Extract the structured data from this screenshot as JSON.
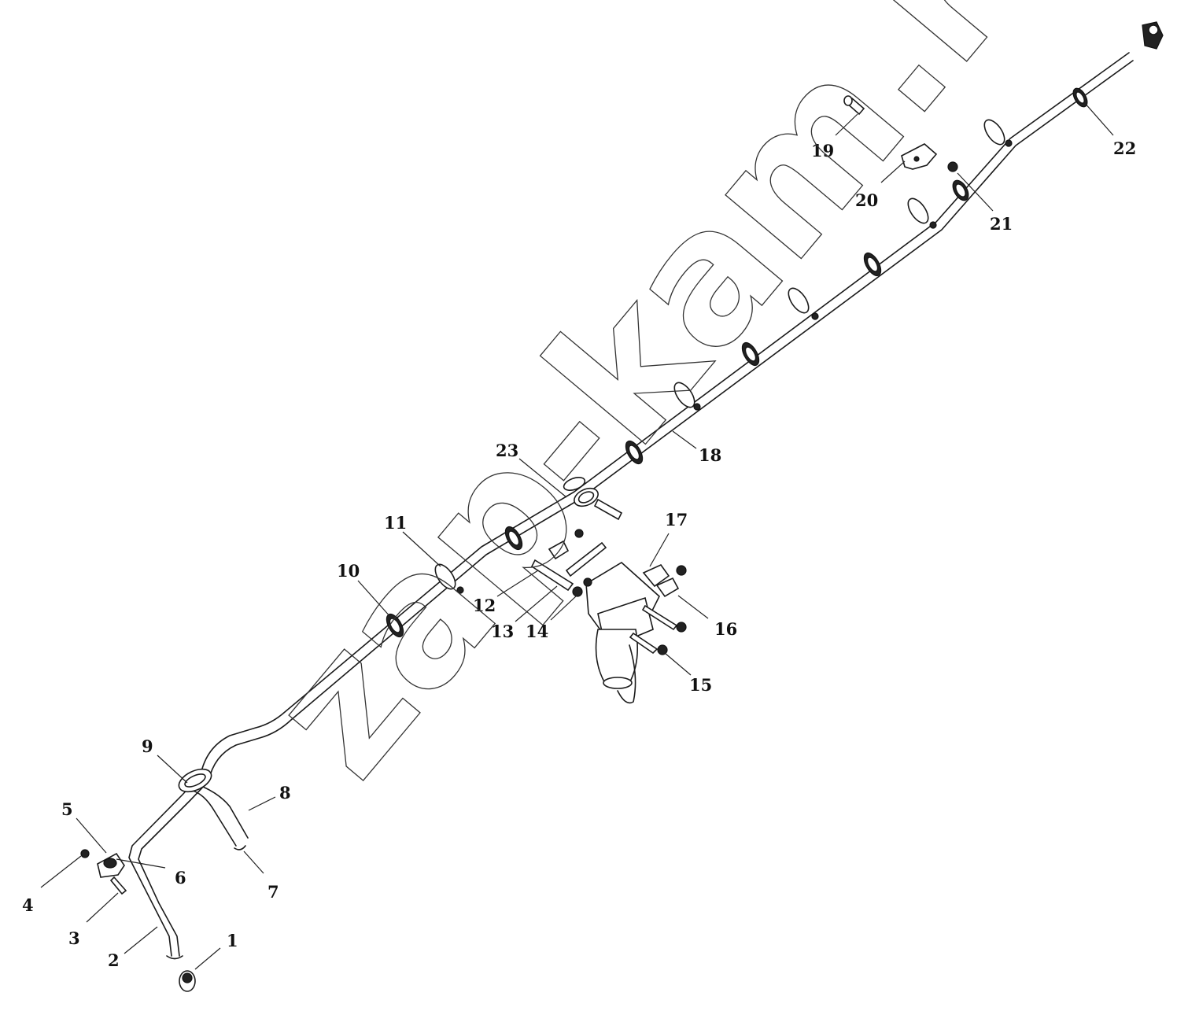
{
  "watermark": {
    "text": "zap-kam.ru"
  },
  "callouts": [
    "1",
    "2",
    "3",
    "4",
    "5",
    "6",
    "7",
    "8",
    "9",
    "10",
    "11",
    "12",
    "13",
    "14",
    "15",
    "16",
    "17",
    "18",
    "19",
    "20",
    "21",
    "22",
    "23"
  ]
}
